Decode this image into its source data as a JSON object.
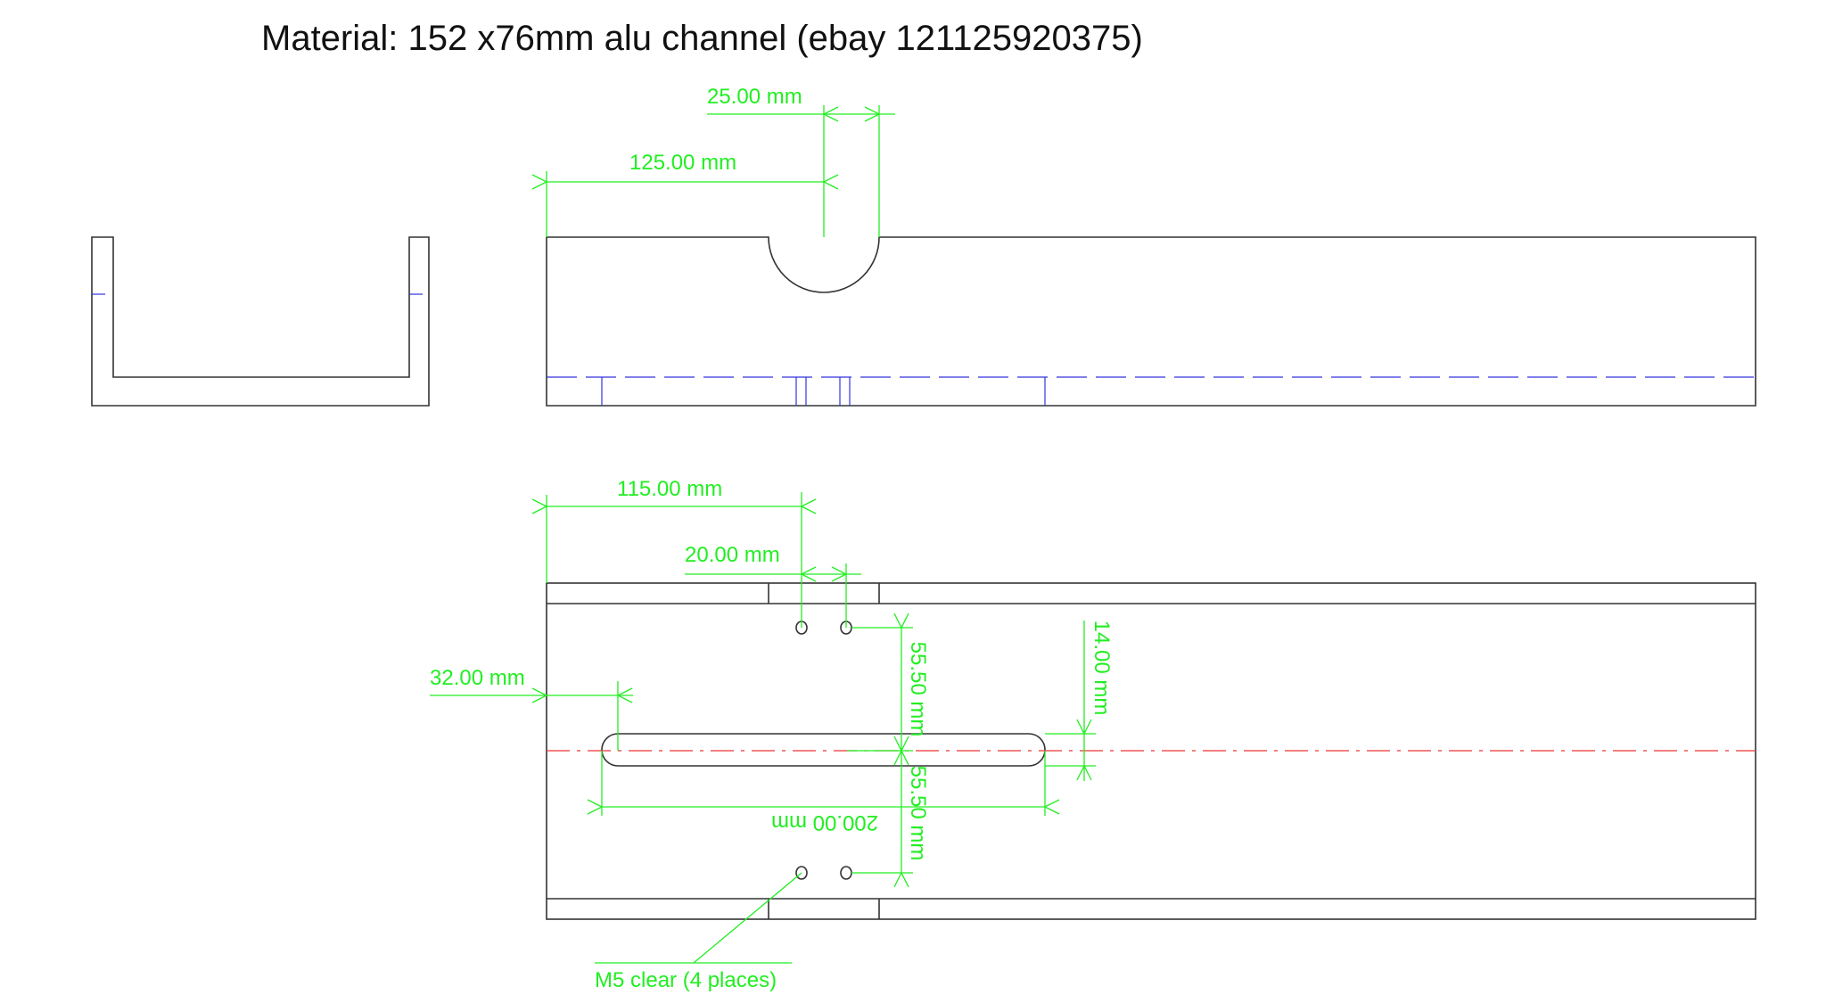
{
  "title": "Material: 152 x76mm alu channel (ebay 121125920375)",
  "colors": {
    "outline": "#333333",
    "dimension": "#22ee22",
    "hidden_line": "#3333dd",
    "centerline": "#ee3333"
  },
  "side_view": {
    "dims": {
      "notch_width": "25.00 mm",
      "notch_position": "125.00 mm"
    }
  },
  "top_view": {
    "dims": {
      "hole_position": "115.00 mm",
      "hole_spacing": "20.00 mm",
      "slot_offset": "32.00 mm",
      "slot_length": "200.00 mm",
      "hole_offset_top": "55.50 mm",
      "hole_offset_bottom": "55.50 mm",
      "slot_width": "14.00 mm"
    },
    "note": "M5 clear (4 places)"
  }
}
